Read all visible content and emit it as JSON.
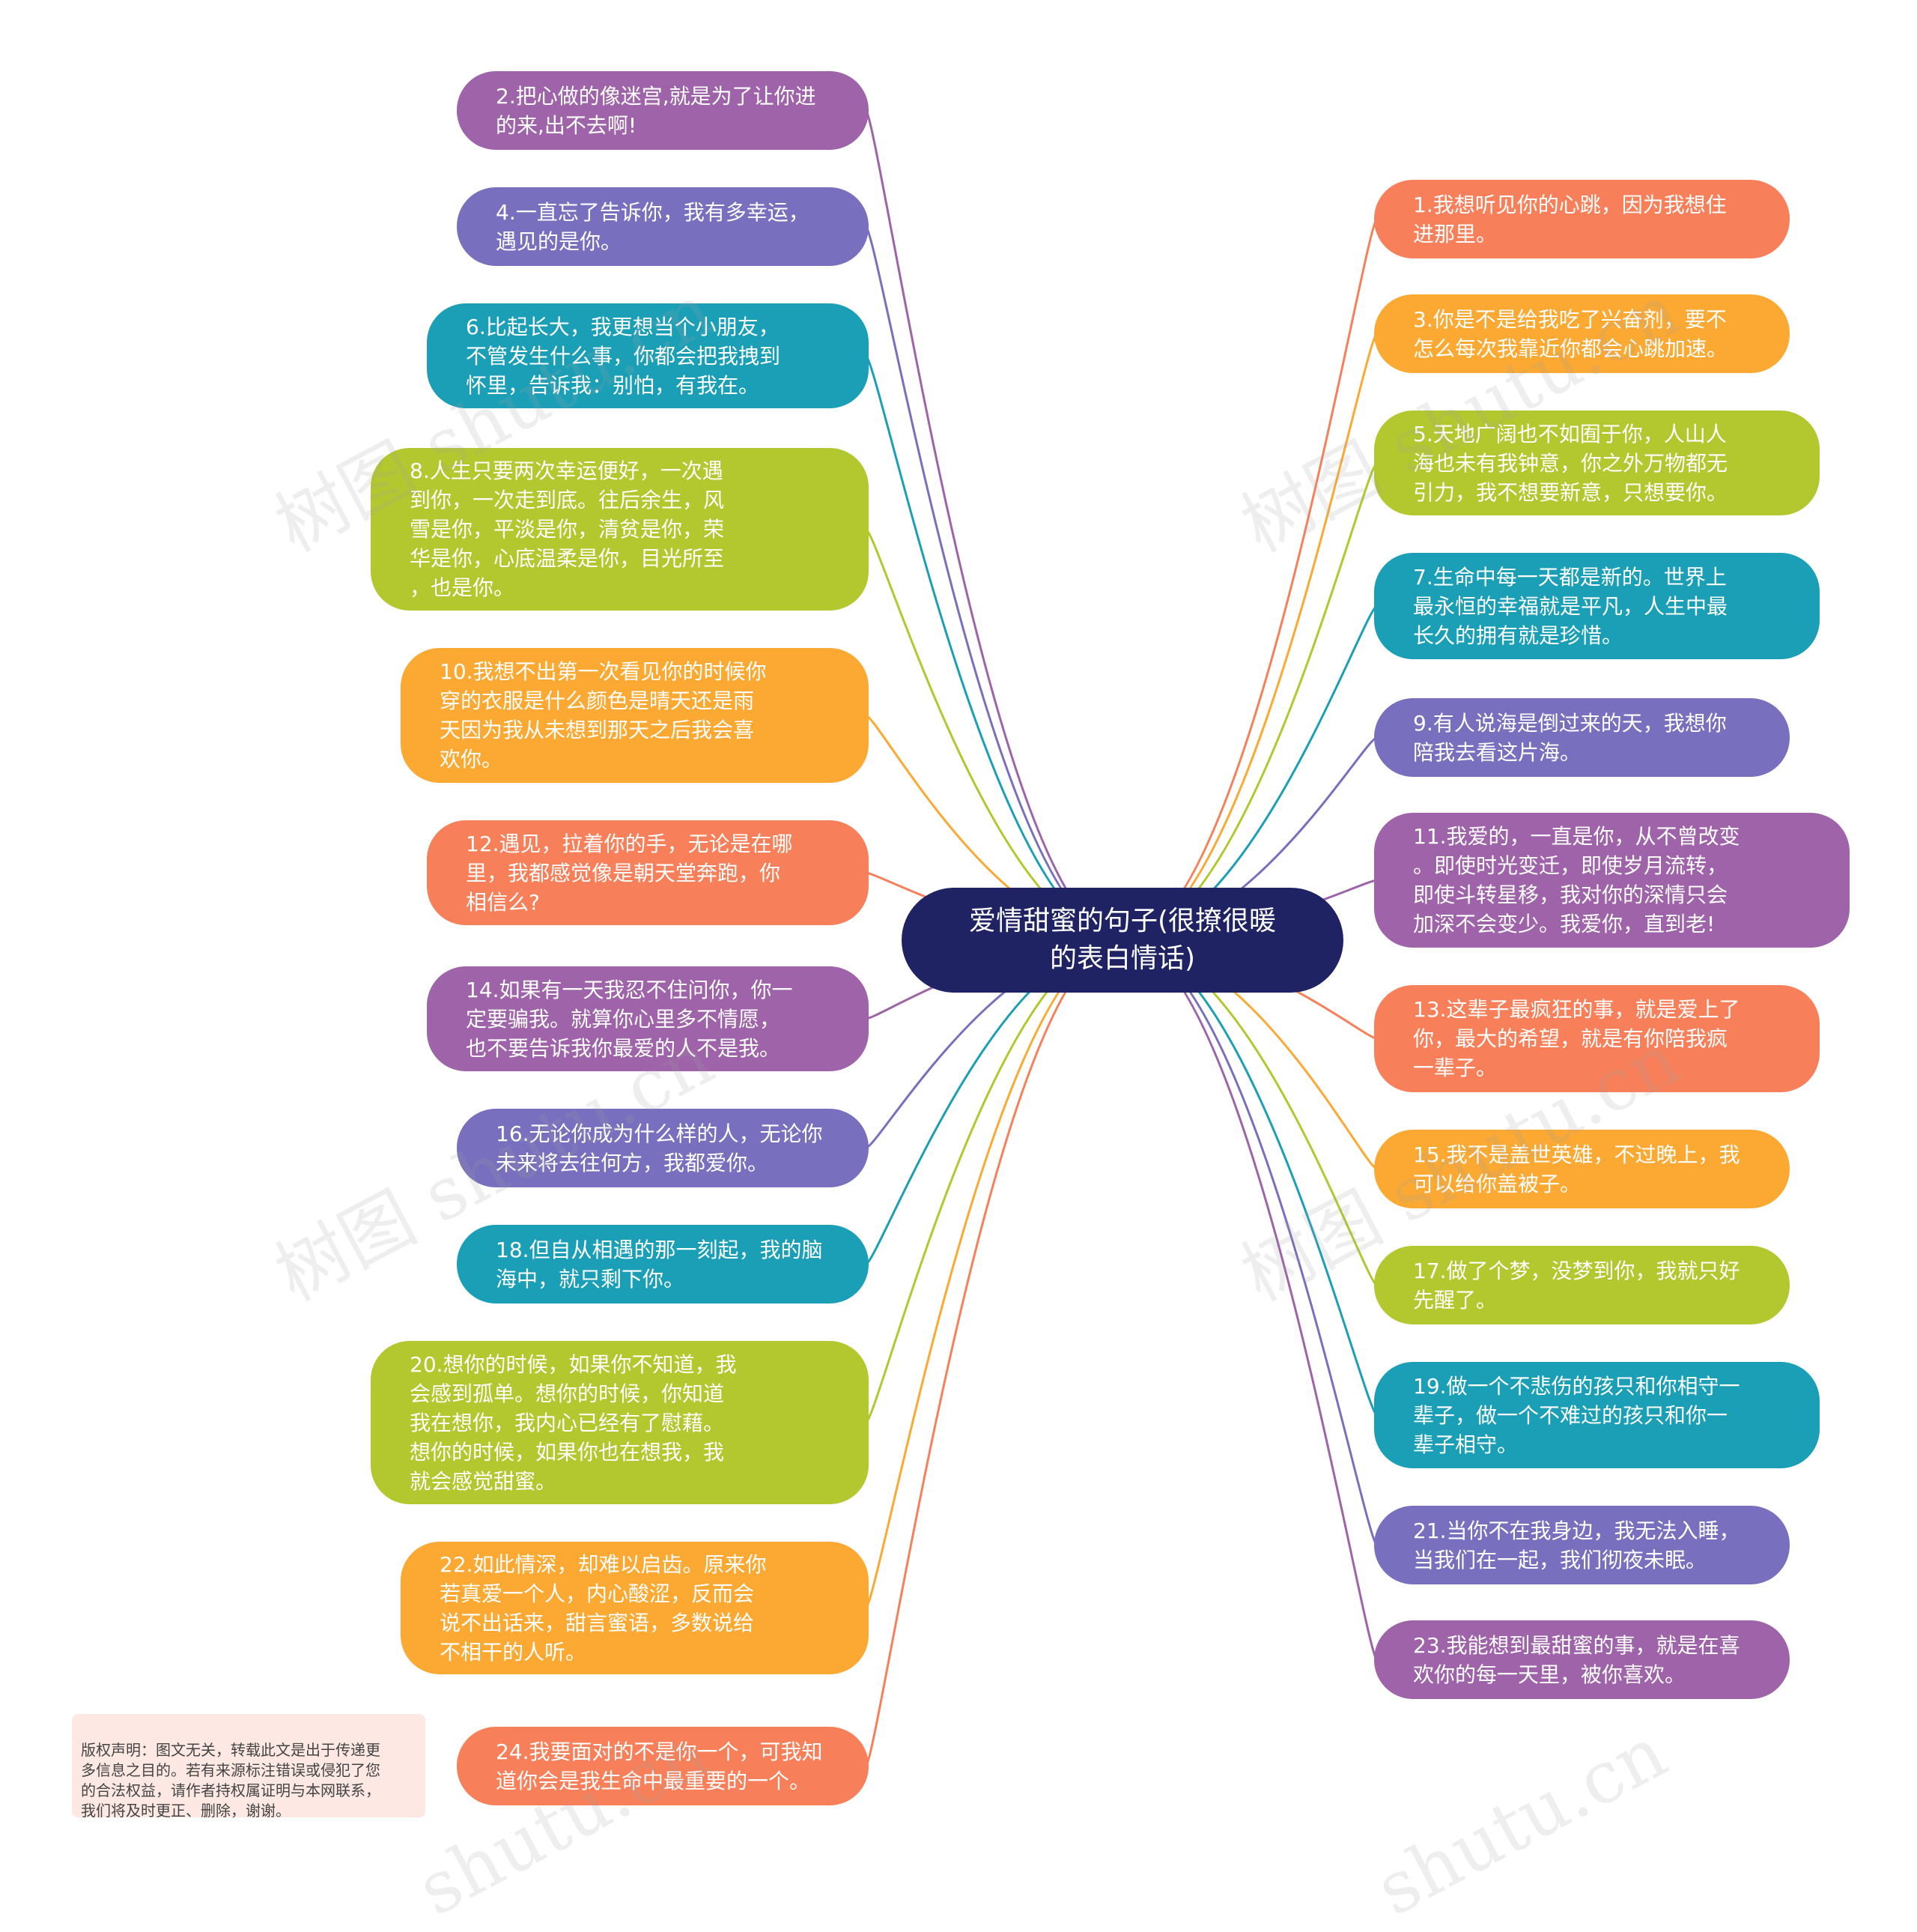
{
  "central": {
    "label": "爱情甜蜜的句子(很撩很暖\n的表白情话)"
  },
  "left": [
    {
      "label": "2.把心做的像迷宫,就是为了让你进\n的来,出不去啊!",
      "color": "#9e63a8"
    },
    {
      "label": "4.一直忘了告诉你，我有多幸运，\n遇见的是你。",
      "color": "#7870be"
    },
    {
      "label": "6.比起长大，我更想当个小朋友，\n不管发生什么事，你都会把我拽到\n怀里，告诉我：别怕，有我在。",
      "color": "#1a9fb6"
    },
    {
      "label": "8.人生只要两次幸运便好，一次遇\n到你，一次走到底。往后余生，风\n雪是你，平淡是你，清贫是你，荣\n华是你，心底温柔是你，目光所至\n，也是你。",
      "color": "#b3c72e"
    },
    {
      "label": "10.我想不出第一次看见你的时候你\n穿的衣服是什么颜色是晴天还是雨\n天因为我从未想到那天之后我会喜\n欢你。",
      "color": "#fba932"
    },
    {
      "label": "12.遇见，拉着你的手，无论是在哪\n里，我都感觉像是朝天堂奔跑，你\n相信么?",
      "color": "#f7805a"
    },
    {
      "label": "14.如果有一天我忍不住问你，你一\n定要骗我。就算你心里多不情愿，\n也不要告诉我你最爱的人不是我。",
      "color": "#9e63a8"
    },
    {
      "label": "16.无论你成为什么样的人，无论你\n未来将去往何方，我都爱你。",
      "color": "#7870be"
    },
    {
      "label": "18.但自从相遇的那一刻起，我的脑\n海中，就只剩下你。",
      "color": "#1a9fb6"
    },
    {
      "label": "20.想你的时候，如果你不知道，我\n会感到孤单。想你的时候，你知道\n我在想你，我内心已经有了慰藉。\n想你的时候，如果你也在想我，我\n就会感觉甜蜜。",
      "color": "#b3c72e"
    },
    {
      "label": "22.如此情深，却难以启齿。原来你\n若真爱一个人，内心酸涩，反而会\n说不出话来，甜言蜜语，多数说给\n不相干的人听。",
      "color": "#fba932"
    },
    {
      "label": "24.我要面对的不是你一个，可我知\n道你会是我生命中最重要的一个。",
      "color": "#f7805a"
    }
  ],
  "right": [
    {
      "label": "1.我想听见你的心跳，因为我想住\n进那里。",
      "color": "#f7805a"
    },
    {
      "label": "3.你是不是给我吃了兴奋剂，要不\n怎么每次我靠近你都会心跳加速。",
      "color": "#fba932"
    },
    {
      "label": "5.天地广阔也不如囿于你，人山人\n海也未有我钟意，你之外万物都无\n引力，我不想要新意，只想要你。",
      "color": "#b3c72e"
    },
    {
      "label": "7.生命中每一天都是新的。世界上\n最永恒的幸福就是平凡，人生中最\n长久的拥有就是珍惜。",
      "color": "#1a9fb6"
    },
    {
      "label": "9.有人说海是倒过来的天，我想你\n陪我去看这片海。",
      "color": "#7870be"
    },
    {
      "label": "11.我爱的，一直是你，从不曾改变\n。即使时光变迁，即使岁月流转，\n即使斗转星移，我对你的深情只会\n加深不会变少。我爱你，直到老!",
      "color": "#9e63a8"
    },
    {
      "label": "13.这辈子最疯狂的事，就是爱上了\n你，最大的希望，就是有你陪我疯\n一辈子。",
      "color": "#f7805a"
    },
    {
      "label": "15.我不是盖世英雄，不过晚上，我\n可以给你盖被子。",
      "color": "#fba932"
    },
    {
      "label": "17.做了个梦，没梦到你，我就只好\n先醒了。",
      "color": "#b3c72e"
    },
    {
      "label": "19.做一个不悲伤的孩只和你相守一\n辈子，做一个不难过的孩只和你一\n辈子相守。",
      "color": "#1a9fb6"
    },
    {
      "label": "21.当你不在我身边，我无法入睡，\n当我们在一起，我们彻夜未眠。",
      "color": "#7870be"
    },
    {
      "label": "23.我能想到最甜蜜的事，就是在喜\n欢你的每一天里，被你喜欢。",
      "color": "#9e63a8"
    }
  ],
  "note": {
    "text": "版权声明：图文无关，转载此文是出于传递更\n多信息之目的。若有来源标注错误或侵犯了您\n的合法权益，请作者持权属证明与本网联系，\n我们将及时更正、删除，谢谢。"
  }
}
